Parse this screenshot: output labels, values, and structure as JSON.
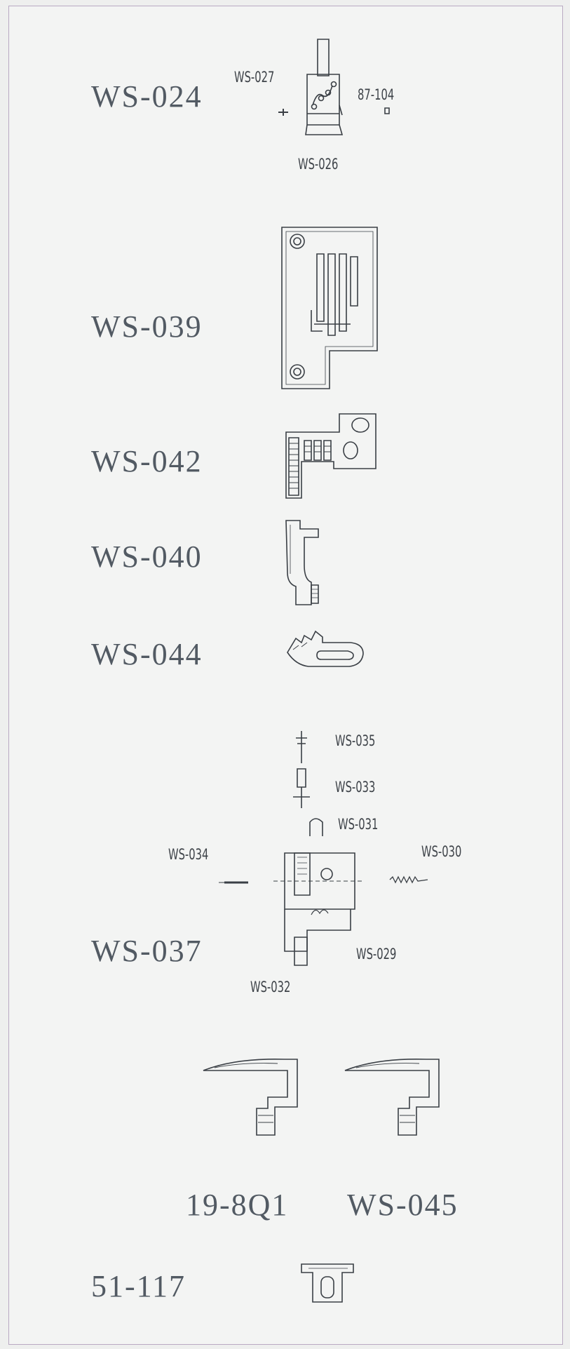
{
  "labels": {
    "ws024": "WS-024",
    "ws039": "WS-039",
    "ws042": "WS-042",
    "ws040": "WS-040",
    "ws044": "WS-044",
    "ws037": "WS-037",
    "p19801": "19-8Q1",
    "ws045": "WS-045",
    "p51117": "51-117"
  },
  "callouts": {
    "ws027": "WS-027",
    "p87104": "87-104",
    "ws026": "WS-026",
    "ws035": "WS-035",
    "ws033": "WS-033",
    "ws031": "WS-031",
    "ws034": "WS-034",
    "ws030": "WS-030",
    "ws029": "WS-029",
    "ws032": "WS-032"
  },
  "colors": {
    "border": "#b9a9c2",
    "text": "#525a63",
    "line": "#3a3f45"
  }
}
